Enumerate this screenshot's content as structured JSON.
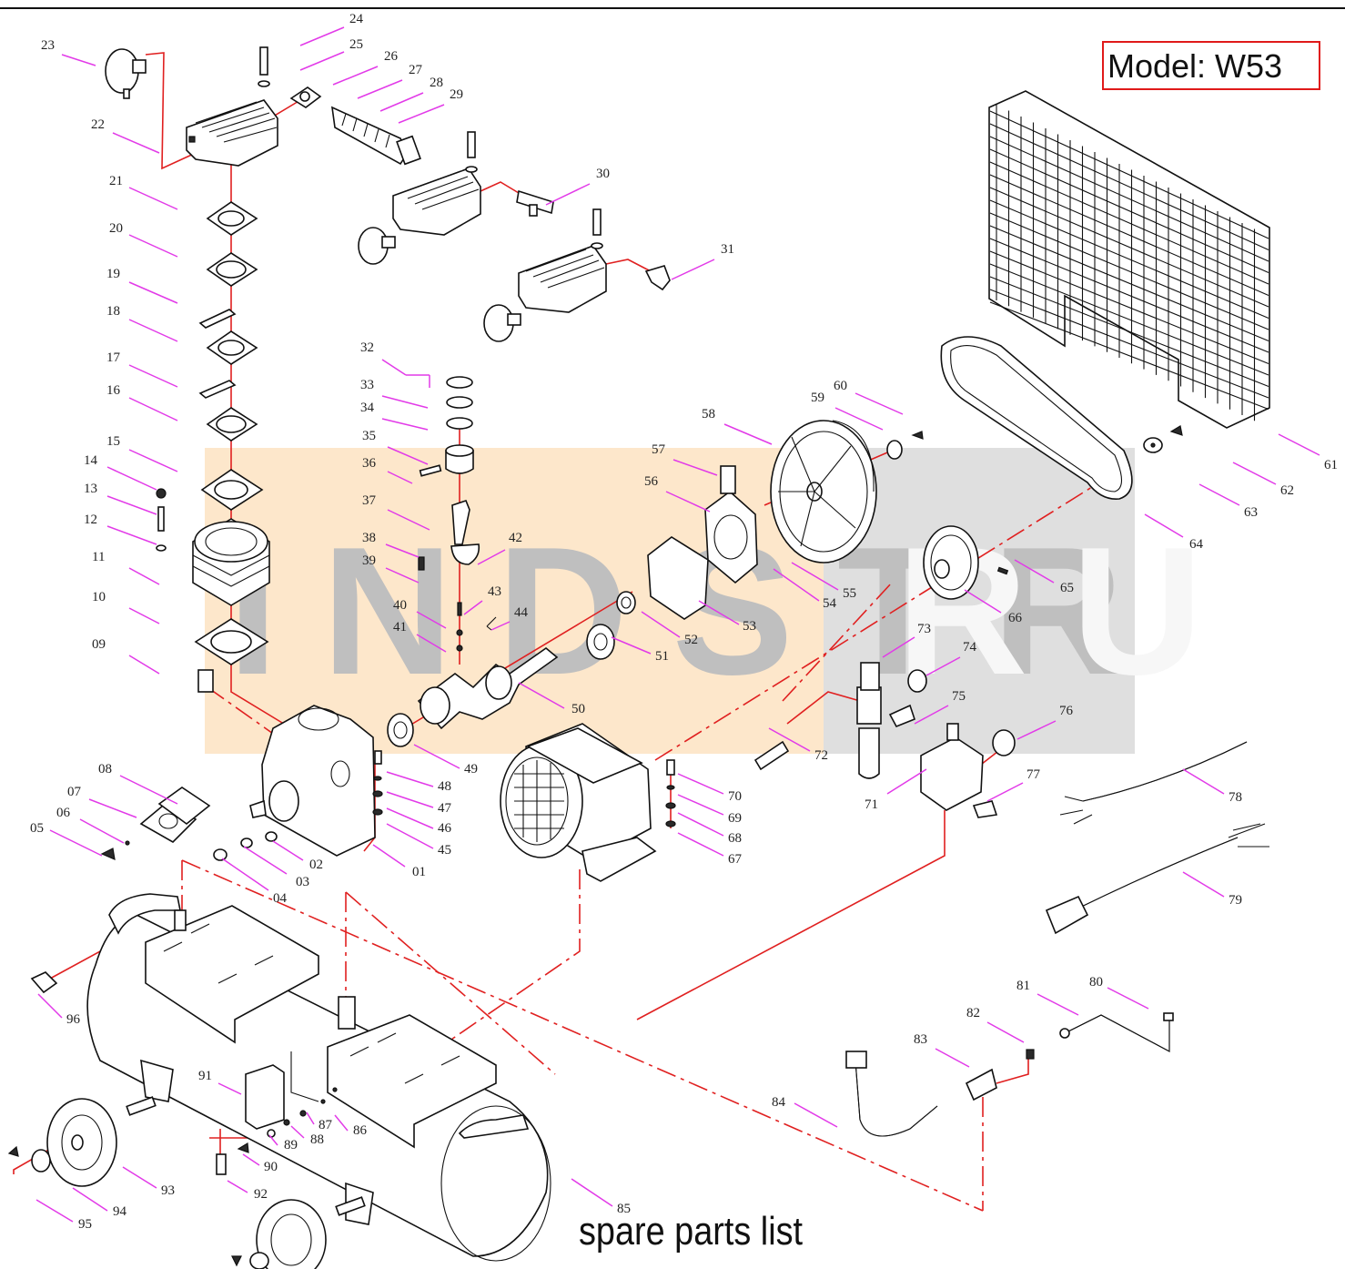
{
  "header": {
    "model_label": "Model: W53"
  },
  "footer": {
    "title": "spare parts list"
  },
  "watermark": {
    "text_left": "INDSTR",
    "text_right": "RU",
    "colors": {
      "left": "#fde3c2",
      "right": "#d9d9d9",
      "letters": "#bfbfbf"
    }
  },
  "colors": {
    "assembly_line": "#e02020",
    "leader": "#e23ae8",
    "frame": "#e01a1a"
  },
  "part_numbers": [
    "01",
    "02",
    "03",
    "04",
    "05",
    "06",
    "07",
    "08",
    "09",
    "10",
    "11",
    "12",
    "13",
    "14",
    "15",
    "16",
    "17",
    "18",
    "19",
    "20",
    "21",
    "22",
    "23",
    "24",
    "25",
    "26",
    "27",
    "28",
    "29",
    "30",
    "31",
    "32",
    "33",
    "34",
    "35",
    "36",
    "37",
    "38",
    "39",
    "40",
    "41",
    "42",
    "43",
    "44",
    "45",
    "46",
    "47",
    "48",
    "49",
    "50",
    "51",
    "52",
    "53",
    "54",
    "55",
    "56",
    "57",
    "58",
    "59",
    "60",
    "61",
    "62",
    "63",
    "64",
    "65",
    "66",
    "67",
    "68",
    "69",
    "70",
    "71",
    "72",
    "73",
    "74",
    "75",
    "76",
    "77",
    "78",
    "79",
    "80",
    "81",
    "82",
    "83",
    "84",
    "85",
    "86",
    "87",
    "88",
    "89",
    "90",
    "91",
    "92",
    "93",
    "94",
    "95",
    "96"
  ]
}
